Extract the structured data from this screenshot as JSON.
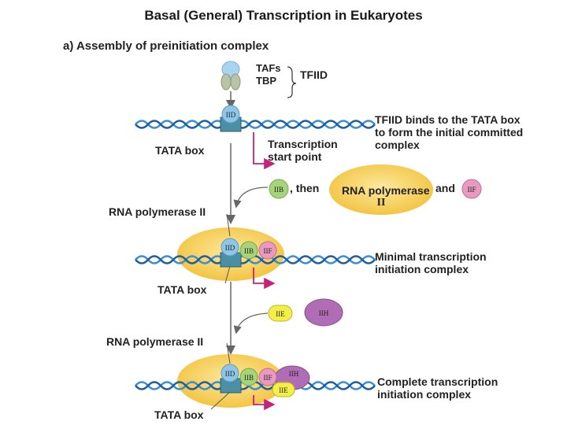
{
  "title": "Basal (General) Transcription in Eukaryotes",
  "panel_label": "a) Assembly of preinitiation complex",
  "tfiid": {
    "tafs": "TAFs",
    "tbp": "TBP",
    "name": "TFIID"
  },
  "factors": {
    "iid": "IID",
    "iib": "IIB",
    "iif": "IIF",
    "iie": "IIE",
    "iih": "IIH"
  },
  "labels": {
    "tata_box": "TATA box",
    "transcription_start": "Transcription start point",
    "then": ", then",
    "rna_pol_name": "RNA polymerase",
    "rna_pol_numeral": "II",
    "and": "and",
    "rna_polymerase_ii": "RNA polymerase II"
  },
  "steps": {
    "step1": "TFIID binds to the TATA box to form the initial committed complex",
    "step2": "Minimal transcription initiation complex",
    "step3": "Complete transcription initiation complex"
  },
  "colors": {
    "dna_blue": "#3b8fd0",
    "tata_box": "#4a8fa3",
    "polymerase": "#f5c94a",
    "iid": "#8fc6e8",
    "iib": "#a7d37a",
    "iif": "#e99ac0",
    "iie": "#f3ef48",
    "iih": "#b06cb5",
    "arrow_magenta": "#c7227a"
  }
}
